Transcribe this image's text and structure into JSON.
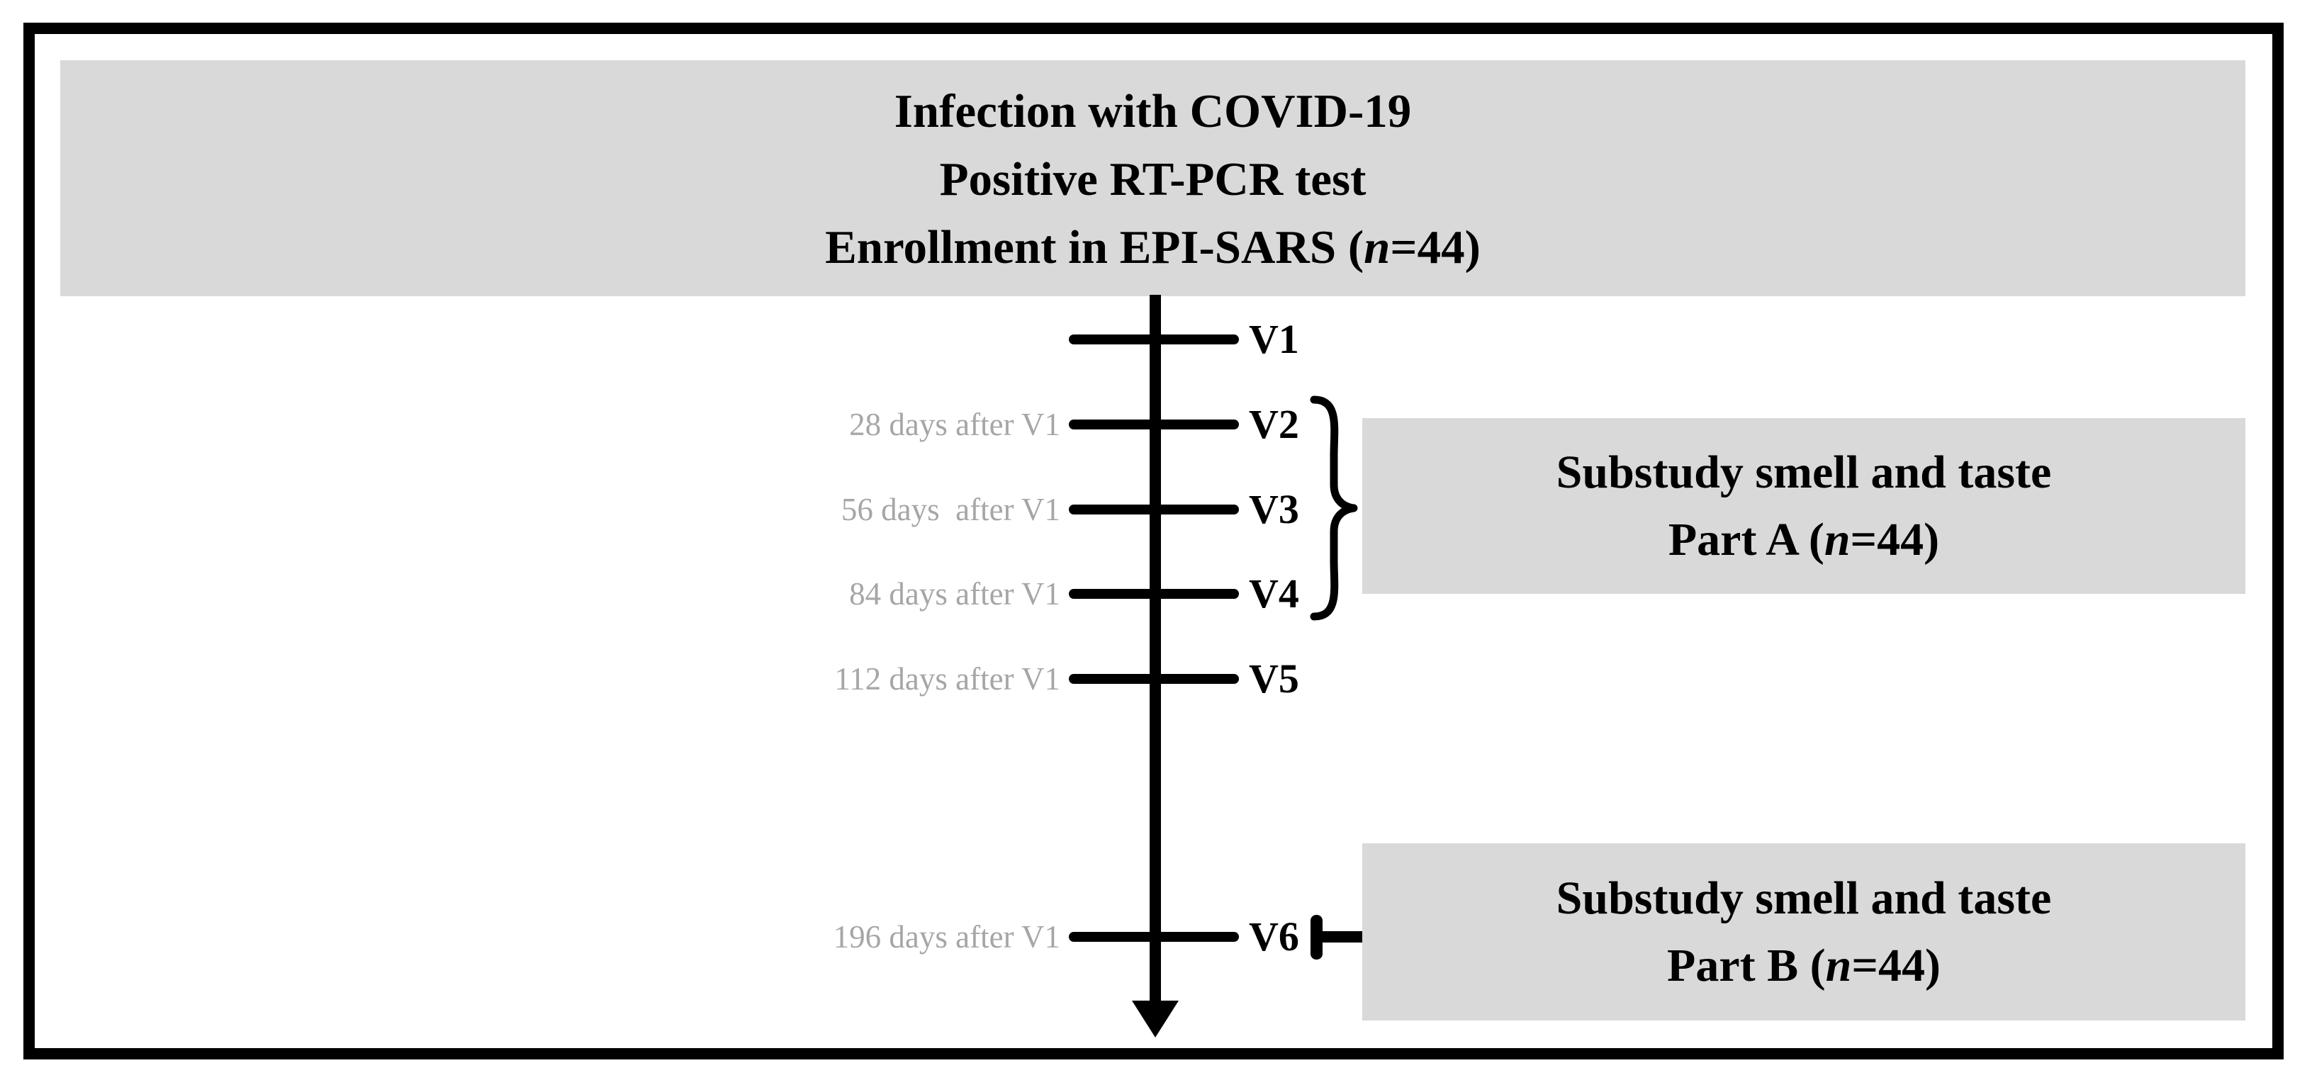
{
  "figure_type": "study-timeline-diagram",
  "colors": {
    "background": "#ffffff",
    "frame_outline": "#000000",
    "box_fill": "#d9d9d9",
    "text": "#000000",
    "day_label_text": "#a6a6a6"
  },
  "header": {
    "line1": "Infection with COVID-19",
    "line2": "Positive RT-PCR test",
    "line3_pre": "Enrollment in EPI-SARS (",
    "line3_n": "n",
    "line3_post": "=44)"
  },
  "timeline": {
    "visits": [
      {
        "label": "V1",
        "day_label": ""
      },
      {
        "label": "V2",
        "day_label": "28 days after V1"
      },
      {
        "label": "V3",
        "day_label": "56 days  after V1"
      },
      {
        "label": "V4",
        "day_label": "84 days after V1"
      },
      {
        "label": "V5",
        "day_label": "112 days after V1"
      },
      {
        "label": "V6",
        "day_label": "196 days after V1"
      }
    ]
  },
  "substudy_a": {
    "line1": "Substudy smell and taste",
    "line2_pre": "Part A (",
    "line2_n": "n",
    "line2_post": "=44)"
  },
  "substudy_b": {
    "line1": "Substudy smell and taste",
    "line2_pre": "Part B (",
    "line2_n": "n",
    "line2_post": "=44)"
  }
}
